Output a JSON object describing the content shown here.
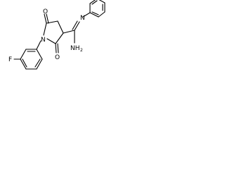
{
  "structure": {
    "atoms": {
      "o_top": "O",
      "o_bottom": "O",
      "n_ring": "N",
      "n_imine": "N",
      "f": "F",
      "nh2_main": "NH",
      "nh2_sub": "2"
    },
    "bond_color": "#000000",
    "text_color": "#000000"
  }
}
